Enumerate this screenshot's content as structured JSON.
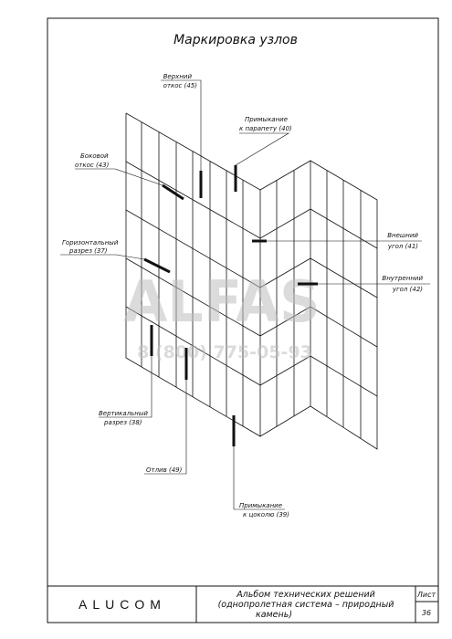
{
  "title": "Маркировка узлов",
  "watermark": {
    "brand": "ALFAS",
    "phone": "8 (800) 775-05-93"
  },
  "callouts": [
    {
      "id": "top-slope",
      "line1": "Верхний",
      "line2": "откос (45)"
    },
    {
      "id": "parapet-junction",
      "line1": "Примыкание",
      "line2": "к парапету (40)"
    },
    {
      "id": "side-slope",
      "line1": "Боковой",
      "line2": "откос (43)"
    },
    {
      "id": "horizontal-section",
      "line1": "Горизонтальный",
      "line2": "разрез (37)"
    },
    {
      "id": "outer-corner",
      "line1": "Внешний",
      "line2": "угол (41)"
    },
    {
      "id": "inner-corner",
      "line1": "Внутренний",
      "line2": "угол (42)"
    },
    {
      "id": "vertical-section",
      "line1": "Вертикальный",
      "line2": "разрез (38)"
    },
    {
      "id": "drip-edge",
      "line1": "Отлив (49)",
      "line2": ""
    },
    {
      "id": "plinth-junction",
      "line1": "Примыкание",
      "line2": "к цоколю (39)"
    }
  ],
  "title_block": {
    "company": "ALUCOM",
    "album_line1": "Альбом технических решений",
    "album_line2": "(однопролетная система – природный",
    "album_line3": "камень)",
    "sheet_label": "Лист",
    "sheet_number": "36"
  },
  "colors": {
    "line": "#111111",
    "watermark": "#bdbdbd"
  }
}
